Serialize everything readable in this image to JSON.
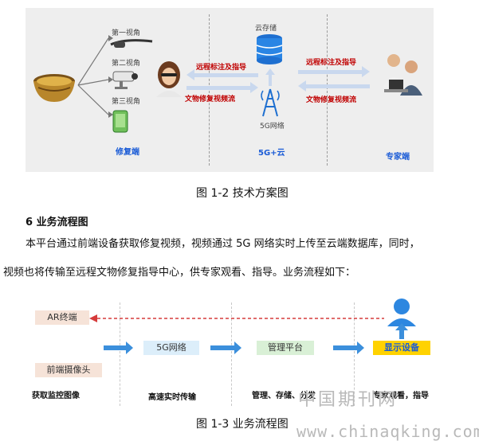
{
  "figure_1_2": {
    "camera_labels": [
      "第一视角",
      "第二视角",
      "第三视角"
    ],
    "storage_label": "云存储",
    "network_label": "5G网络",
    "flow_top_left": "远程标注及指导",
    "flow_bottom_left": "文物修复视频流",
    "flow_top_right": "远程标注及指导",
    "flow_bottom_right": "文物修复视频流",
    "section_left": "修复端",
    "section_center": "5G+云",
    "section_right": "专家端",
    "caption": "图 1-2  技术方案图"
  },
  "section_heading": "6 业务流程图",
  "paragraph": {
    "line1": "本平台通过前端设备获取修复视频，视频通过 5G 网络实时上传至云端数据库，同时，",
    "line2": "视频也将传输至远程文物修复指导中心，供专家观看、指导。业务流程如下："
  },
  "figure_1_3": {
    "ar_terminal": "AR终端",
    "front_camera": "前端摄像头",
    "network": "5G网络",
    "platform": "管理平台",
    "display": "显示设备",
    "bottom_labels": [
      "获取监控图像",
      "高速实时传输",
      "管理、存储、分发",
      "专家观看，指导"
    ],
    "caption": "图 1-3  业务流程图"
  },
  "watermark": {
    "cn": "中国期刊网",
    "url": "www.chinaqking.com"
  },
  "colors": {
    "accent_blue": "#1a5bd6",
    "flow_red": "#c00000",
    "arrow_blue": "#3b8fdc",
    "display_yellow": "#ffd200"
  }
}
